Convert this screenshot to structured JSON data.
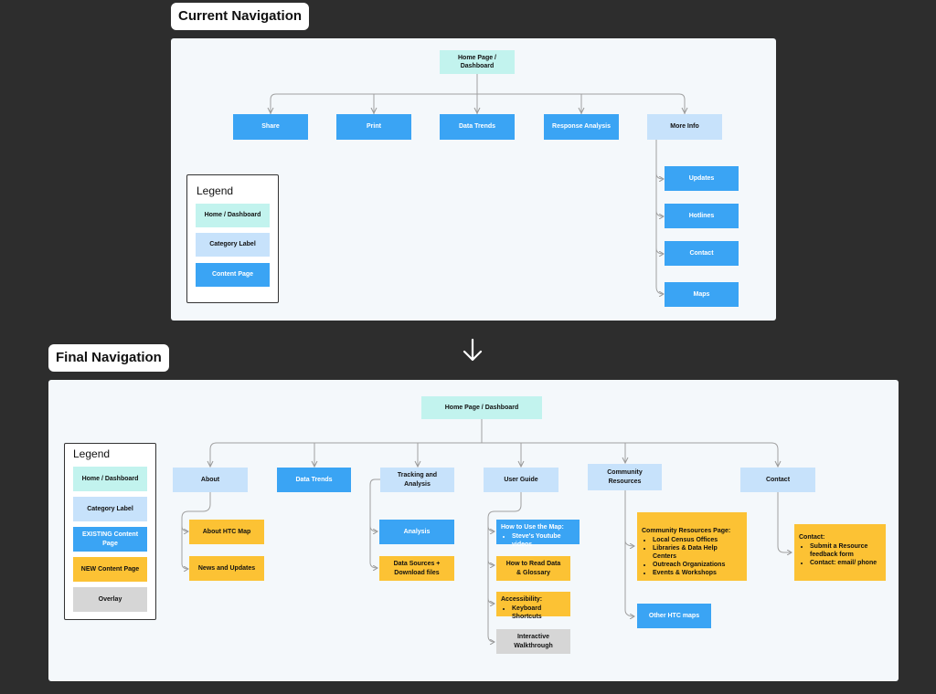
{
  "current": {
    "title": "Current Navigation",
    "home": "Home Page /\nDashboard",
    "top": [
      "Share",
      "Print",
      "Data Trends",
      "Response Analysis",
      "More Info"
    ],
    "more_info_children": [
      "Updates",
      "Hotlines",
      "Contact",
      "Maps"
    ],
    "legend": {
      "title": "Legend",
      "items": [
        "Home / Dashboard",
        "Category Label",
        "Content Page"
      ]
    }
  },
  "final": {
    "title": "Final Navigation",
    "home": "Home Page / Dashboard",
    "top": [
      "About",
      "Data Trends",
      "Tracking and Analysis",
      "User Guide",
      "Community Resources",
      "Contact"
    ],
    "about_children": [
      "About HTC Map",
      "News and Updates"
    ],
    "tracking_children": [
      "Analysis",
      "Data Sources +\nDownload files"
    ],
    "user_guide": {
      "how_to_title": "How to Use the Map:",
      "how_to_items": [
        "Steve's Youtube videos"
      ],
      "glossary": "How to Read Data\n& Glossary",
      "accessibility_title": "Accessibility:",
      "accessibility_items": [
        "Keyboard Shortcuts"
      ],
      "walkthrough": "Interactive\nWalkthrough"
    },
    "community": {
      "page_title": "Community Resources Page:",
      "page_items": [
        "Local Census Offices",
        "Libraries & Data Help Centers",
        "Outreach Organizations",
        "Events & Workshops"
      ],
      "other_maps": "Other HTC maps"
    },
    "contact": {
      "title": "Contact:",
      "items": [
        "Submit a Resource feedback form",
        "Contact: email/ phone"
      ]
    },
    "legend": {
      "title": "Legend",
      "items": [
        "Home / Dashboard",
        "Category Label",
        "EXISTING Content Page",
        "NEW Content Page",
        "Overlay"
      ]
    }
  },
  "colors": {
    "home": "#c2f3ee",
    "category": "#c7e2fb",
    "content": "#3aa4f4",
    "new_content": "#fcc234",
    "overlay": "#d6d6d6",
    "background": "#2d2d2d"
  },
  "icons": {
    "transition": "arrow-down-icon"
  }
}
